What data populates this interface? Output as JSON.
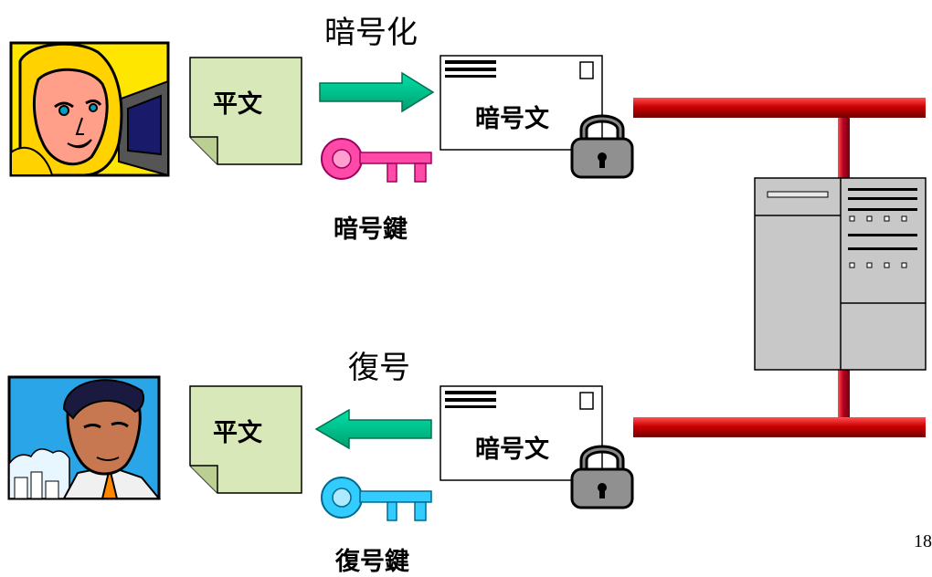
{
  "encryption": {
    "title": "暗号化",
    "plaintext": "平文",
    "ciphertext": "暗号文",
    "key_label": "暗号鍵"
  },
  "decryption": {
    "title": "復号",
    "plaintext": "平文",
    "ciphertext": "暗号文",
    "key_label": "復号鍵"
  },
  "page_number": "18",
  "colors": {
    "plaintext_fill": "#d9e8b8",
    "arrow": "#00c890",
    "encrypt_key": "#ff4aa8",
    "decrypt_key": "#33ccff",
    "network": "#cc0000",
    "server": "#c8c8c8"
  }
}
